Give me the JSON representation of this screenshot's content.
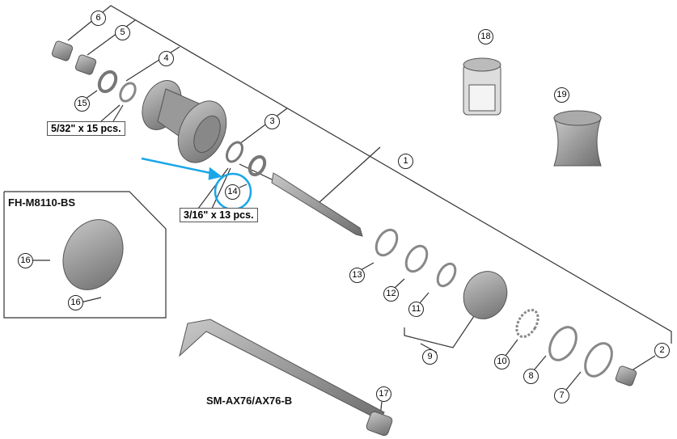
{
  "callouts": [
    "1",
    "2",
    "3",
    "4",
    "5",
    "6",
    "7",
    "8",
    "9",
    "10",
    "11",
    "12",
    "13",
    "14",
    "15",
    "16",
    "17",
    "18",
    "19"
  ],
  "ball_spec_1": "5/32\" x 15 pcs.",
  "ball_spec_2": "3/16\" x 13 pcs.",
  "inset_title": "FH-M8110-BS",
  "axle_title": "SM-AX76/AX76-B",
  "highlight_color": "#1aa7e8"
}
